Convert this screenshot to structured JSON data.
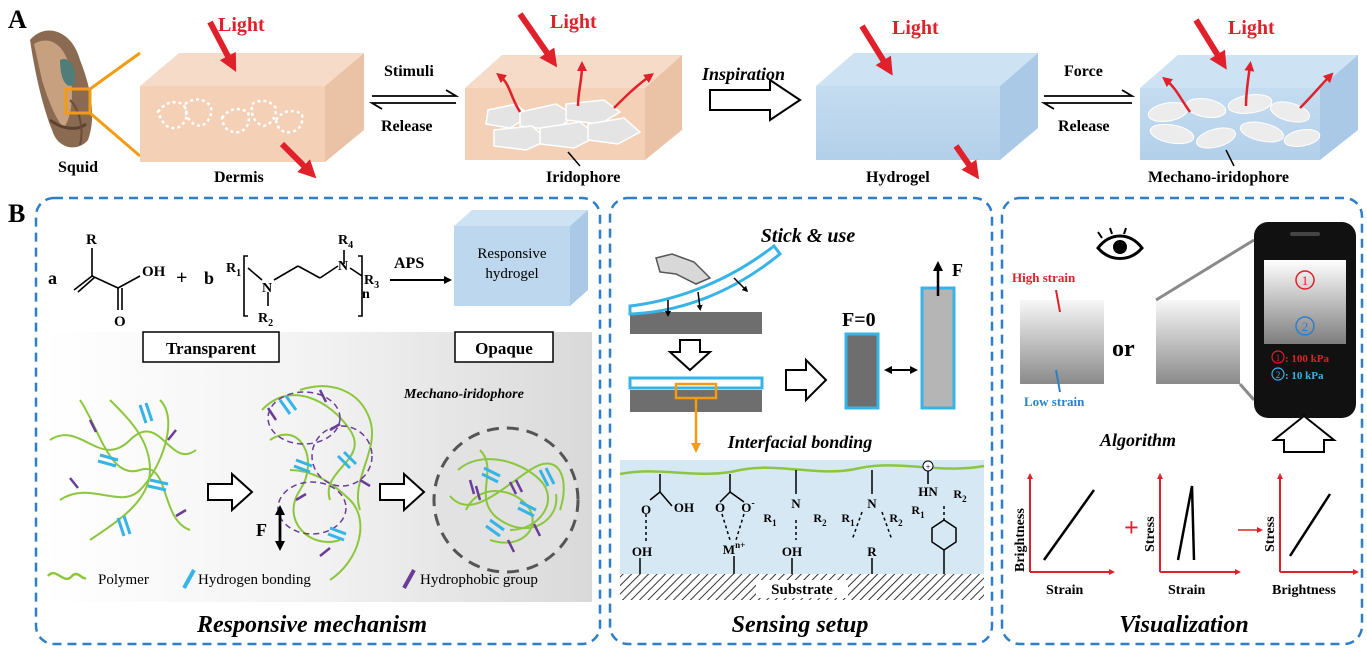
{
  "panel_a": {
    "letter": "A",
    "light": "Light",
    "squid": "Squid",
    "dermis": "Dermis",
    "stimuli": "Stimuli",
    "release": "Release",
    "iridophore": "Iridophore",
    "inspiration": "Inspiration",
    "hydrogel": "Hydrogel",
    "force": "Force",
    "mechano_iridophore": "Mechano-iridophore"
  },
  "panel_b": {
    "letter": "B",
    "mechanism": {
      "coef_a": "a",
      "coef_b": "b",
      "plus": "+",
      "r": "R",
      "oh": "OH",
      "o": "O",
      "r1": "R",
      "r1_sub": "1",
      "r2": "R",
      "r2_sub": "2",
      "r3": "R",
      "r3_sub": "3",
      "r4": "R",
      "r4_sub": "4",
      "n_atom": "N",
      "n_index": "n",
      "aps": "APS",
      "product_line1": "Responsive",
      "product_line2": "hydrogel",
      "transparent": "Transparent",
      "opaque": "Opaque",
      "mechano_iridophore": "Mechano-iridophore",
      "force_f": "F",
      "legend": [
        "Polymer",
        "Hydrogen bonding",
        "Hydrophobic group"
      ],
      "title": "Responsive mechanism"
    },
    "sensing": {
      "stick_use": "Stick & use",
      "f_zero": "F=0",
      "f": "F",
      "interfacial": "Interfacial bonding",
      "substrate": "Substrate",
      "title": "Sensing setup",
      "chem": {
        "oh": "OH",
        "o": "O",
        "o_minus": "O",
        "minus": "-",
        "m": "M",
        "m_sup": "n+",
        "n": "N",
        "r": "R",
        "r1": "R",
        "r2": "R",
        "s1": "1",
        "s2": "2",
        "hn": "HN",
        "oplus": "+"
      }
    },
    "visualization": {
      "high_strain": "High strain",
      "low_strain": "Low strain",
      "or": "or",
      "circle1": "1",
      "circle2": "2",
      "legend1": ": 100 kPa",
      "legend2": ": 10 kPa",
      "algorithm": "Algorithm",
      "plot1": {
        "ylabel": "Brightness",
        "xlabel": "Strain"
      },
      "plot2": {
        "ylabel": "Stress",
        "xlabel": "Strain"
      },
      "plot3": {
        "ylabel": "Stress",
        "xlabel": "Brightness"
      },
      "plus": "+",
      "title": "Visualization"
    }
  },
  "colors": {
    "red": "#e0202a",
    "blue_dash": "#2f7fc8",
    "green": "#8cc63e",
    "cyan": "#36b4e5",
    "purple": "#6a3d98",
    "orange": "#f39c12",
    "skin": "#f3d2b8",
    "gel": "#bcd7ee"
  }
}
